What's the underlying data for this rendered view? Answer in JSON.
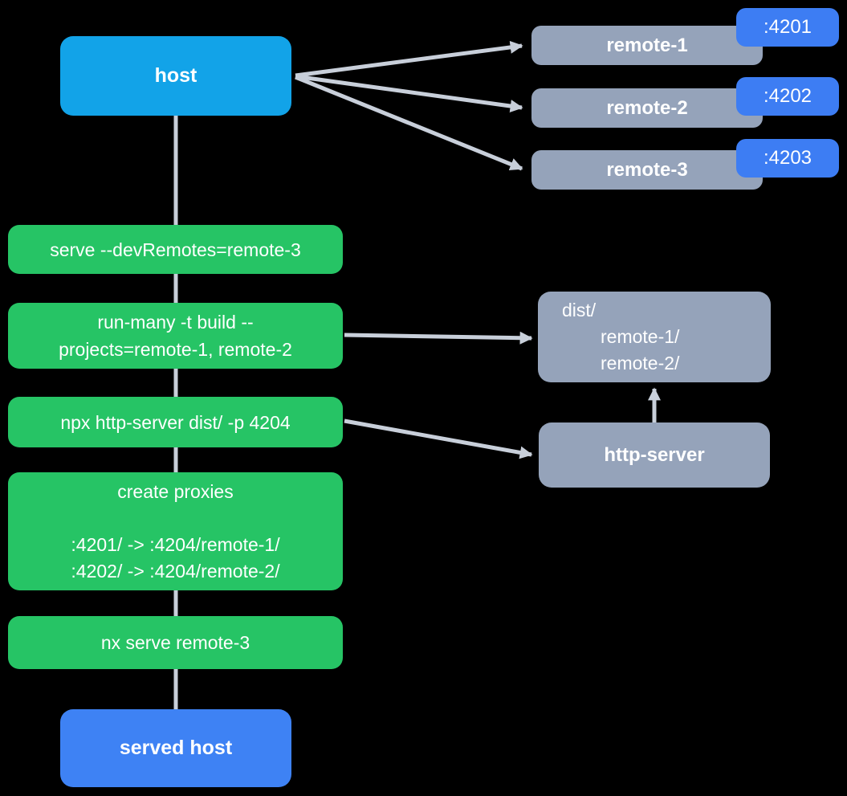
{
  "host": {
    "label": "host"
  },
  "served_host": {
    "label": "served host"
  },
  "remotes": [
    {
      "name": "remote-1",
      "port": ":4201"
    },
    {
      "name": "remote-2",
      "port": ":4202"
    },
    {
      "name": "remote-3",
      "port": ":4203"
    }
  ],
  "steps": {
    "serve": "serve --devRemotes=remote-3",
    "run_many_line1": "run-many -t build --",
    "run_many_line2": "projects=remote-1, remote-2",
    "http_server_cmd": "npx http-server dist/ -p 4204",
    "proxies_title": "create proxies",
    "proxy_1": ":4201/ -> :4204/remote-1/",
    "proxy_2": ":4202/ -> :4204/remote-2/",
    "nx_serve": "nx serve remote-3"
  },
  "dist": {
    "line1": "dist/",
    "line2": "remote-1/",
    "line3": "remote-2/"
  },
  "http_server": {
    "label": "http-server"
  },
  "colors": {
    "background": "#000000",
    "host_blue": "#12a3e8",
    "served_host_blue": "#3e82f4",
    "port_badge_blue": "#3d7df3",
    "command_green": "#26c465",
    "node_gray": "#95a3ba",
    "connector_gray": "#c8cfda",
    "text": "#ffffff"
  }
}
